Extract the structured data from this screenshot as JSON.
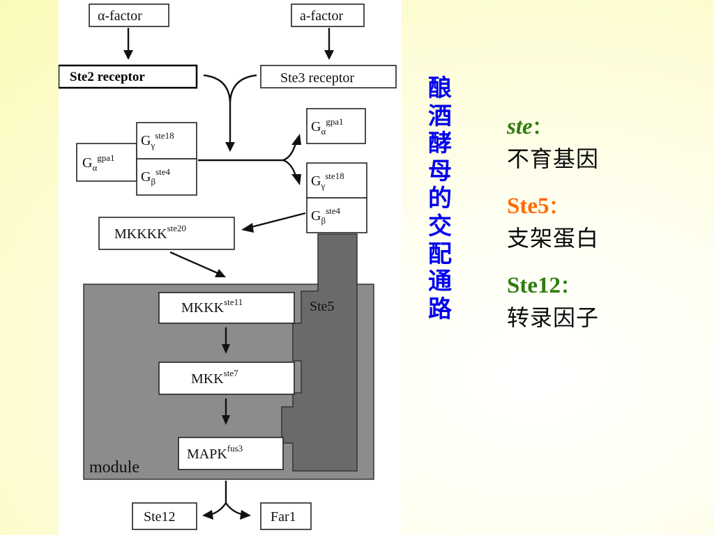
{
  "slide": {
    "title_chars": [
      "酿",
      "酒",
      "酵",
      "母",
      "的",
      "交",
      "配",
      "通",
      "路"
    ],
    "title_color": "#0000ee"
  },
  "diagram": {
    "alpha_factor": "α-factor",
    "a_factor": "a-factor",
    "ste2_receptor": "Ste2 receptor",
    "ste3_receptor": "Ste3 receptor",
    "g_alpha_left": {
      "base": "G",
      "sub": "α",
      "sup": "gpa1"
    },
    "g_gamma_left": {
      "base": "G",
      "sub": "γ",
      "sup": "ste18"
    },
    "g_beta_left": {
      "base": "G",
      "sub": "β",
      "sup": "ste4"
    },
    "g_alpha_right": {
      "base": "G",
      "sub": "α",
      "sup": "gpa1"
    },
    "g_gamma_right": {
      "base": "G",
      "sub": "γ",
      "sup": "ste18"
    },
    "g_beta_right": {
      "base": "G",
      "sub": "β",
      "sup": "ste4"
    },
    "mkkkk": {
      "base": "MKKKK",
      "sup": "ste20"
    },
    "mkkk": {
      "base": "MKKK",
      "sup": "ste11"
    },
    "mkk": {
      "base": "MKK",
      "sup": "ste7"
    },
    "mapk": {
      "base": "MAPK",
      "sup": "fus3"
    },
    "ste5_scaffold": "Ste5",
    "module_label": "module",
    "ste12_output": "Ste12",
    "far1_output": "Far1",
    "colors": {
      "module_fill": "#8c8c8c",
      "ste5_fill": "#6a6a6a"
    }
  },
  "legend": {
    "items": [
      {
        "term": "ste",
        "colon": "：",
        "desc": "不育基因",
        "color": "#2e7d0e",
        "italic": true
      },
      {
        "term": "Ste5",
        "colon": "：",
        "desc": "支架蛋白",
        "color": "#ff6a00",
        "italic": false
      },
      {
        "term": "Ste12",
        "colon": "：",
        "desc": "转录因子",
        "color": "#2e7d0e",
        "italic": false
      }
    ]
  }
}
